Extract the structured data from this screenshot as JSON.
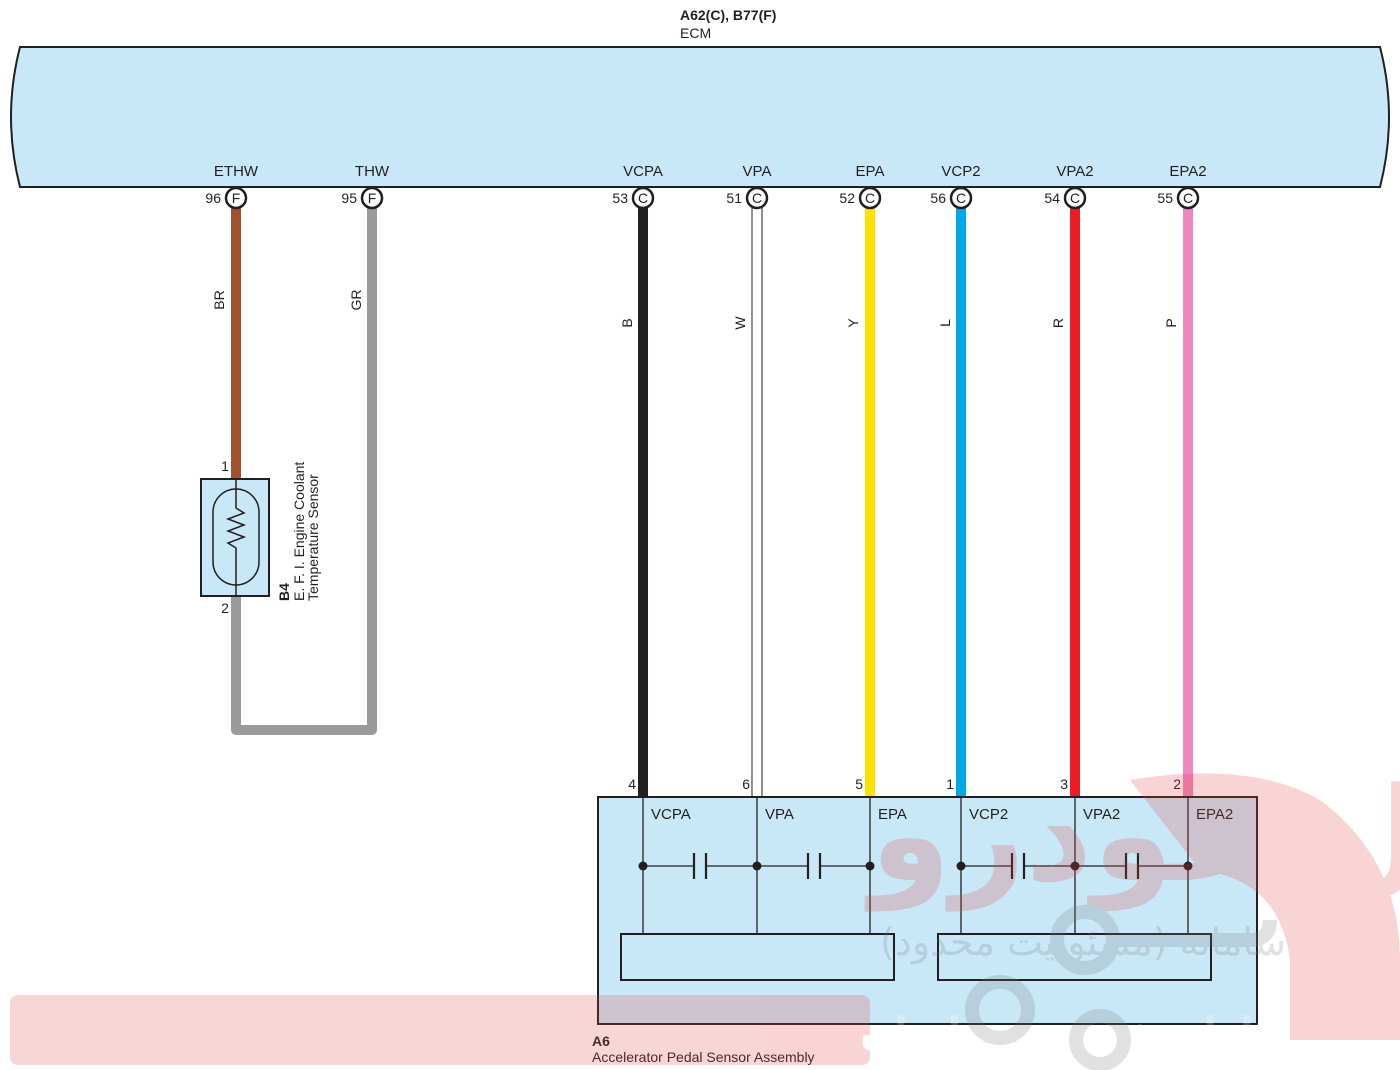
{
  "ecm": {
    "connectors": "A62(C), B77(F)",
    "name": "ECM",
    "pins": [
      {
        "signal": "ETHW",
        "pin": "96",
        "conn": "F"
      },
      {
        "signal": "THW",
        "pin": "95",
        "conn": "F"
      },
      {
        "signal": "VCPA",
        "pin": "53",
        "conn": "C"
      },
      {
        "signal": "VPA",
        "pin": "51",
        "conn": "C"
      },
      {
        "signal": "EPA",
        "pin": "52",
        "conn": "C"
      },
      {
        "signal": "VCP2",
        "pin": "56",
        "conn": "C"
      },
      {
        "signal": "VPA2",
        "pin": "54",
        "conn": "C"
      },
      {
        "signal": "EPA2",
        "pin": "55",
        "conn": "C"
      }
    ]
  },
  "wires": [
    {
      "code": "BR",
      "color": "#a0522d"
    },
    {
      "code": "GR",
      "color": "#9a9b9d"
    },
    {
      "code": "B",
      "color": "#231f20"
    },
    {
      "code": "W",
      "color": "#ffffff"
    },
    {
      "code": "Y",
      "color": "#ffe000"
    },
    {
      "code": "L",
      "color": "#00a7e8"
    },
    {
      "code": "R",
      "color": "#ee1c25"
    },
    {
      "code": "P",
      "color": "#ef86bd"
    }
  ],
  "sensor": {
    "id": "B4",
    "name_line1": "E. F. I. Engine Coolant",
    "name_line2": "Temperature Sensor",
    "pin_top": "1",
    "pin_bottom": "2"
  },
  "assembly": {
    "id": "A6",
    "name": "Accelerator Pedal Sensor Assembly",
    "pins": [
      {
        "pin": "4",
        "signal": "VCPA"
      },
      {
        "pin": "6",
        "signal": "VPA"
      },
      {
        "pin": "5",
        "signal": "EPA"
      },
      {
        "pin": "1",
        "signal": "VCP2"
      },
      {
        "pin": "3",
        "signal": "VPA2"
      },
      {
        "pin": "2",
        "signal": "EPA2"
      }
    ]
  },
  "watermark": {
    "line1": "دیجیتال خودرو",
    "line2": "شرکت دیجیتال خودرو سامانه (مسئولیت محدود)",
    "line3": "اولین سامانه دیجیتال تعمیرکاران خودرو در ایران"
  },
  "colors": {
    "component_fill": "#c8e8f8",
    "outline": "#231f20",
    "watermark": "#e0463e"
  }
}
